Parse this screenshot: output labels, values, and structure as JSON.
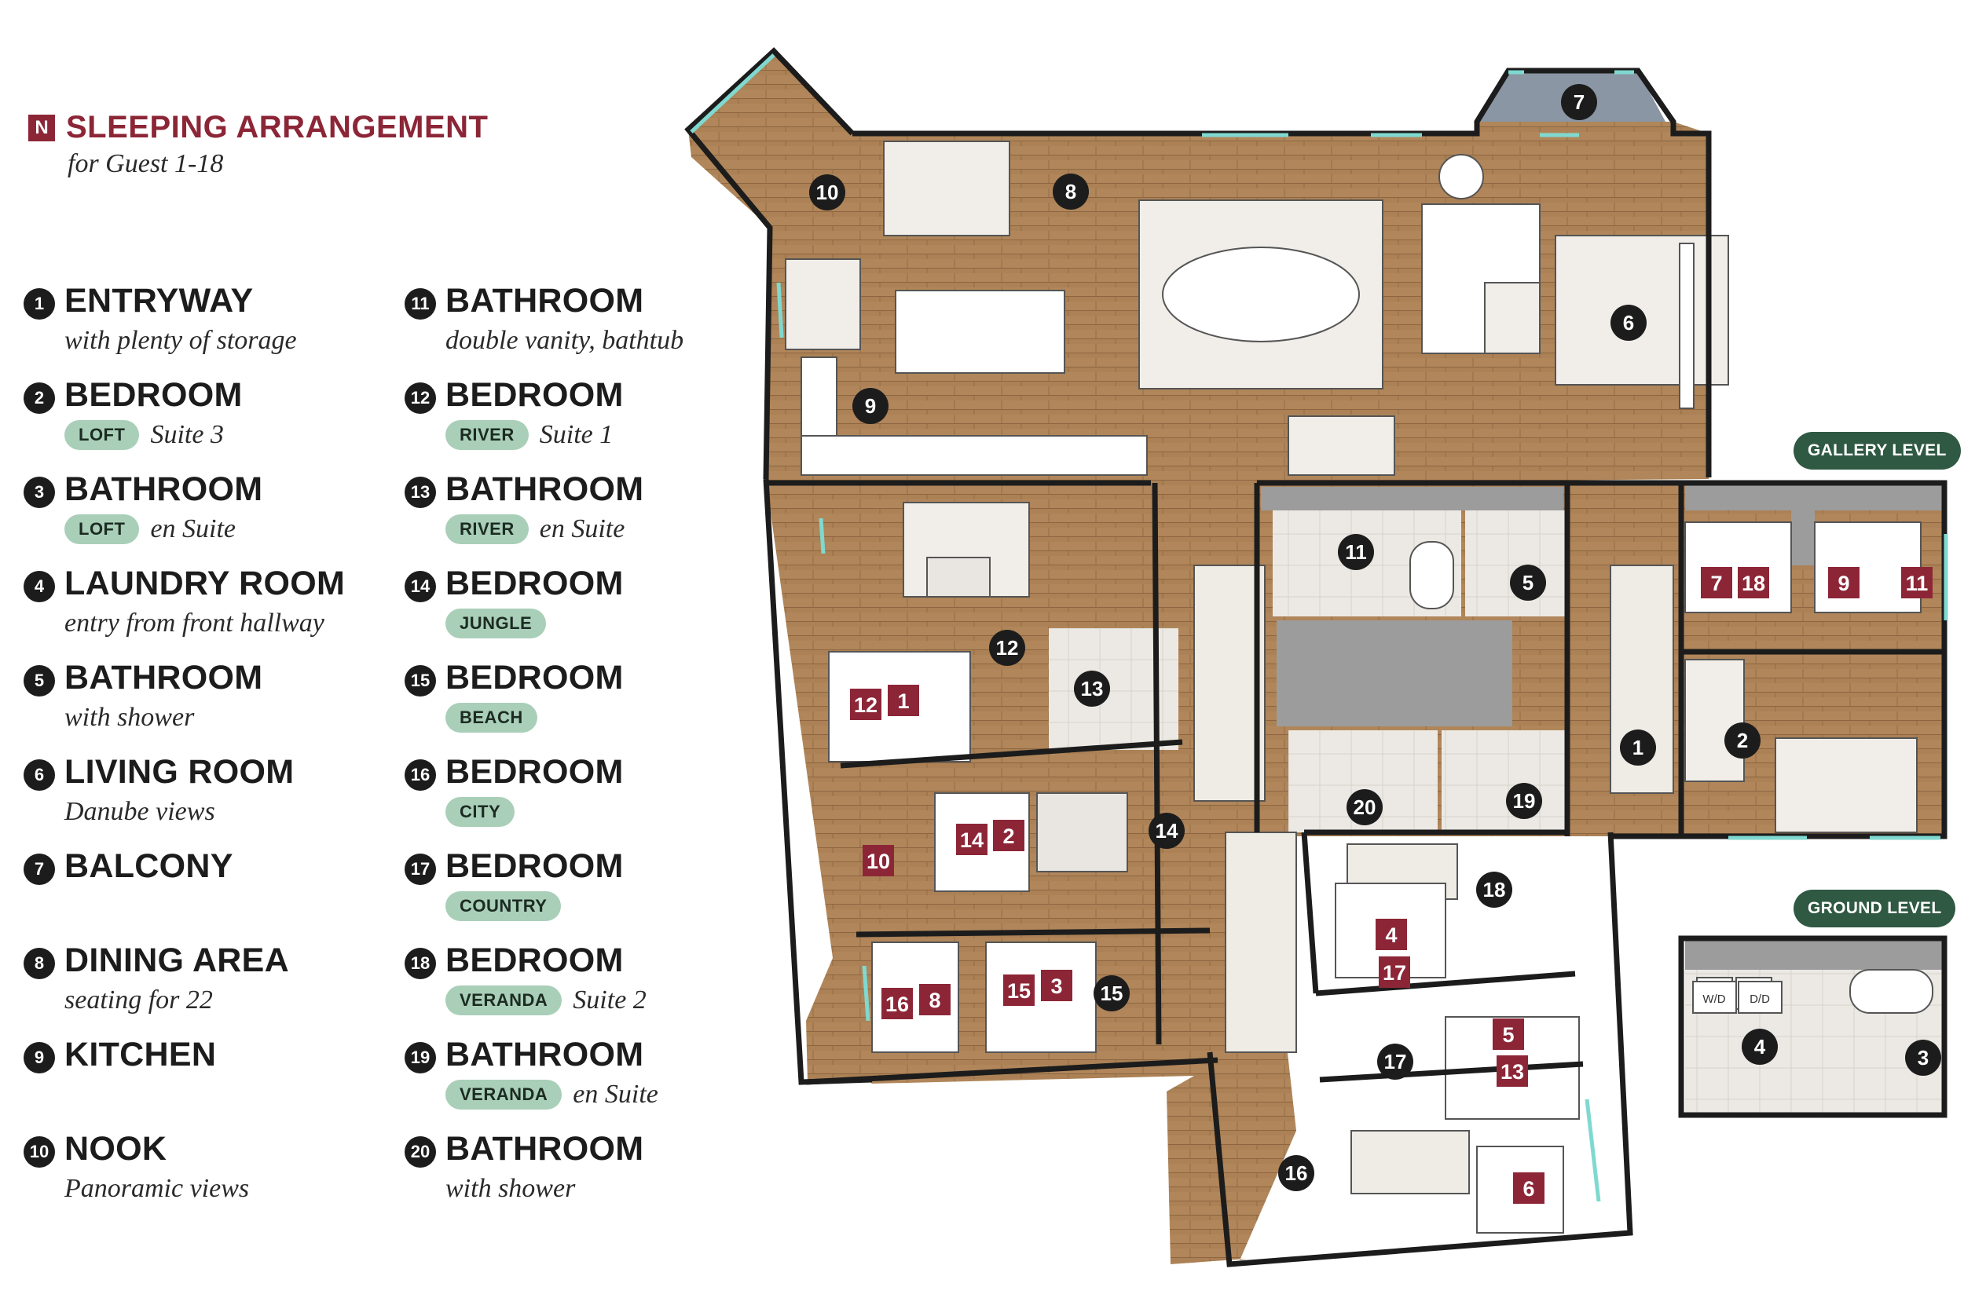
{
  "header": {
    "badge": "N",
    "title": "SLEEPING ARRANGEMENT",
    "subtitle": "for Guest 1-18"
  },
  "colors": {
    "brand": "#8c2637",
    "floor": "#b0865a",
    "tag": "#a9cfb8",
    "level_badge": "#2f5943",
    "wall": "#1c1c1c",
    "glass": "#7fd9d0"
  },
  "legend": [
    {
      "num": "1",
      "name": "ENTRYWAY",
      "desc": "with plenty of storage"
    },
    {
      "num": "2",
      "name": "BEDROOM",
      "tag": "LOFT",
      "desc": "Suite 3"
    },
    {
      "num": "3",
      "name": "BATHROOM",
      "tag": "LOFT",
      "desc": "en Suite"
    },
    {
      "num": "4",
      "name": "LAUNDRY ROOM",
      "desc": "entry from front hallway"
    },
    {
      "num": "5",
      "name": "BATHROOM",
      "desc": "with shower"
    },
    {
      "num": "6",
      "name": "LIVING ROOM",
      "desc": "Danube views"
    },
    {
      "num": "7",
      "name": "BALCONY",
      "desc": ""
    },
    {
      "num": "8",
      "name": "DINING AREA",
      "desc": "seating for 22"
    },
    {
      "num": "9",
      "name": "KITCHEN",
      "desc": ""
    },
    {
      "num": "10",
      "name": "NOOK",
      "desc": "Panoramic views"
    },
    {
      "num": "11",
      "name": "BATHROOM",
      "desc": "double vanity, bathtub"
    },
    {
      "num": "12",
      "name": "BEDROOM",
      "tag": "RIVER",
      "desc": "Suite 1"
    },
    {
      "num": "13",
      "name": "BATHROOM",
      "tag": "RIVER",
      "desc": "en Suite"
    },
    {
      "num": "14",
      "name": "BEDROOM",
      "tag": "JUNGLE",
      "desc": ""
    },
    {
      "num": "15",
      "name": "BEDROOM",
      "tag": "BEACH",
      "desc": ""
    },
    {
      "num": "16",
      "name": "BEDROOM",
      "tag": "CITY",
      "desc": ""
    },
    {
      "num": "17",
      "name": "BEDROOM",
      "tag": "COUNTRY",
      "desc": ""
    },
    {
      "num": "18",
      "name": "BEDROOM",
      "tag": "VERANDA",
      "desc": "Suite 2"
    },
    {
      "num": "19",
      "name": "BATHROOM",
      "tag": "VERANDA",
      "desc": "en Suite"
    },
    {
      "num": "20",
      "name": "BATHROOM",
      "desc": "with shower"
    }
  ],
  "levels": {
    "gallery": "GALLERY LEVEL",
    "ground": "GROUND LEVEL"
  },
  "appliances": {
    "washer": "W/D",
    "dryer": "D/D"
  },
  "room_markers": [
    "1",
    "2",
    "3",
    "4",
    "5",
    "6",
    "7",
    "8",
    "9",
    "10",
    "11",
    "12",
    "13",
    "14",
    "15",
    "16",
    "17",
    "18",
    "19",
    "20"
  ],
  "guest_markers": [
    "12",
    "1",
    "14",
    "2",
    "10",
    "16",
    "8",
    "15",
    "3",
    "4",
    "17",
    "5",
    "13",
    "6",
    "7",
    "18",
    "9",
    "11"
  ]
}
